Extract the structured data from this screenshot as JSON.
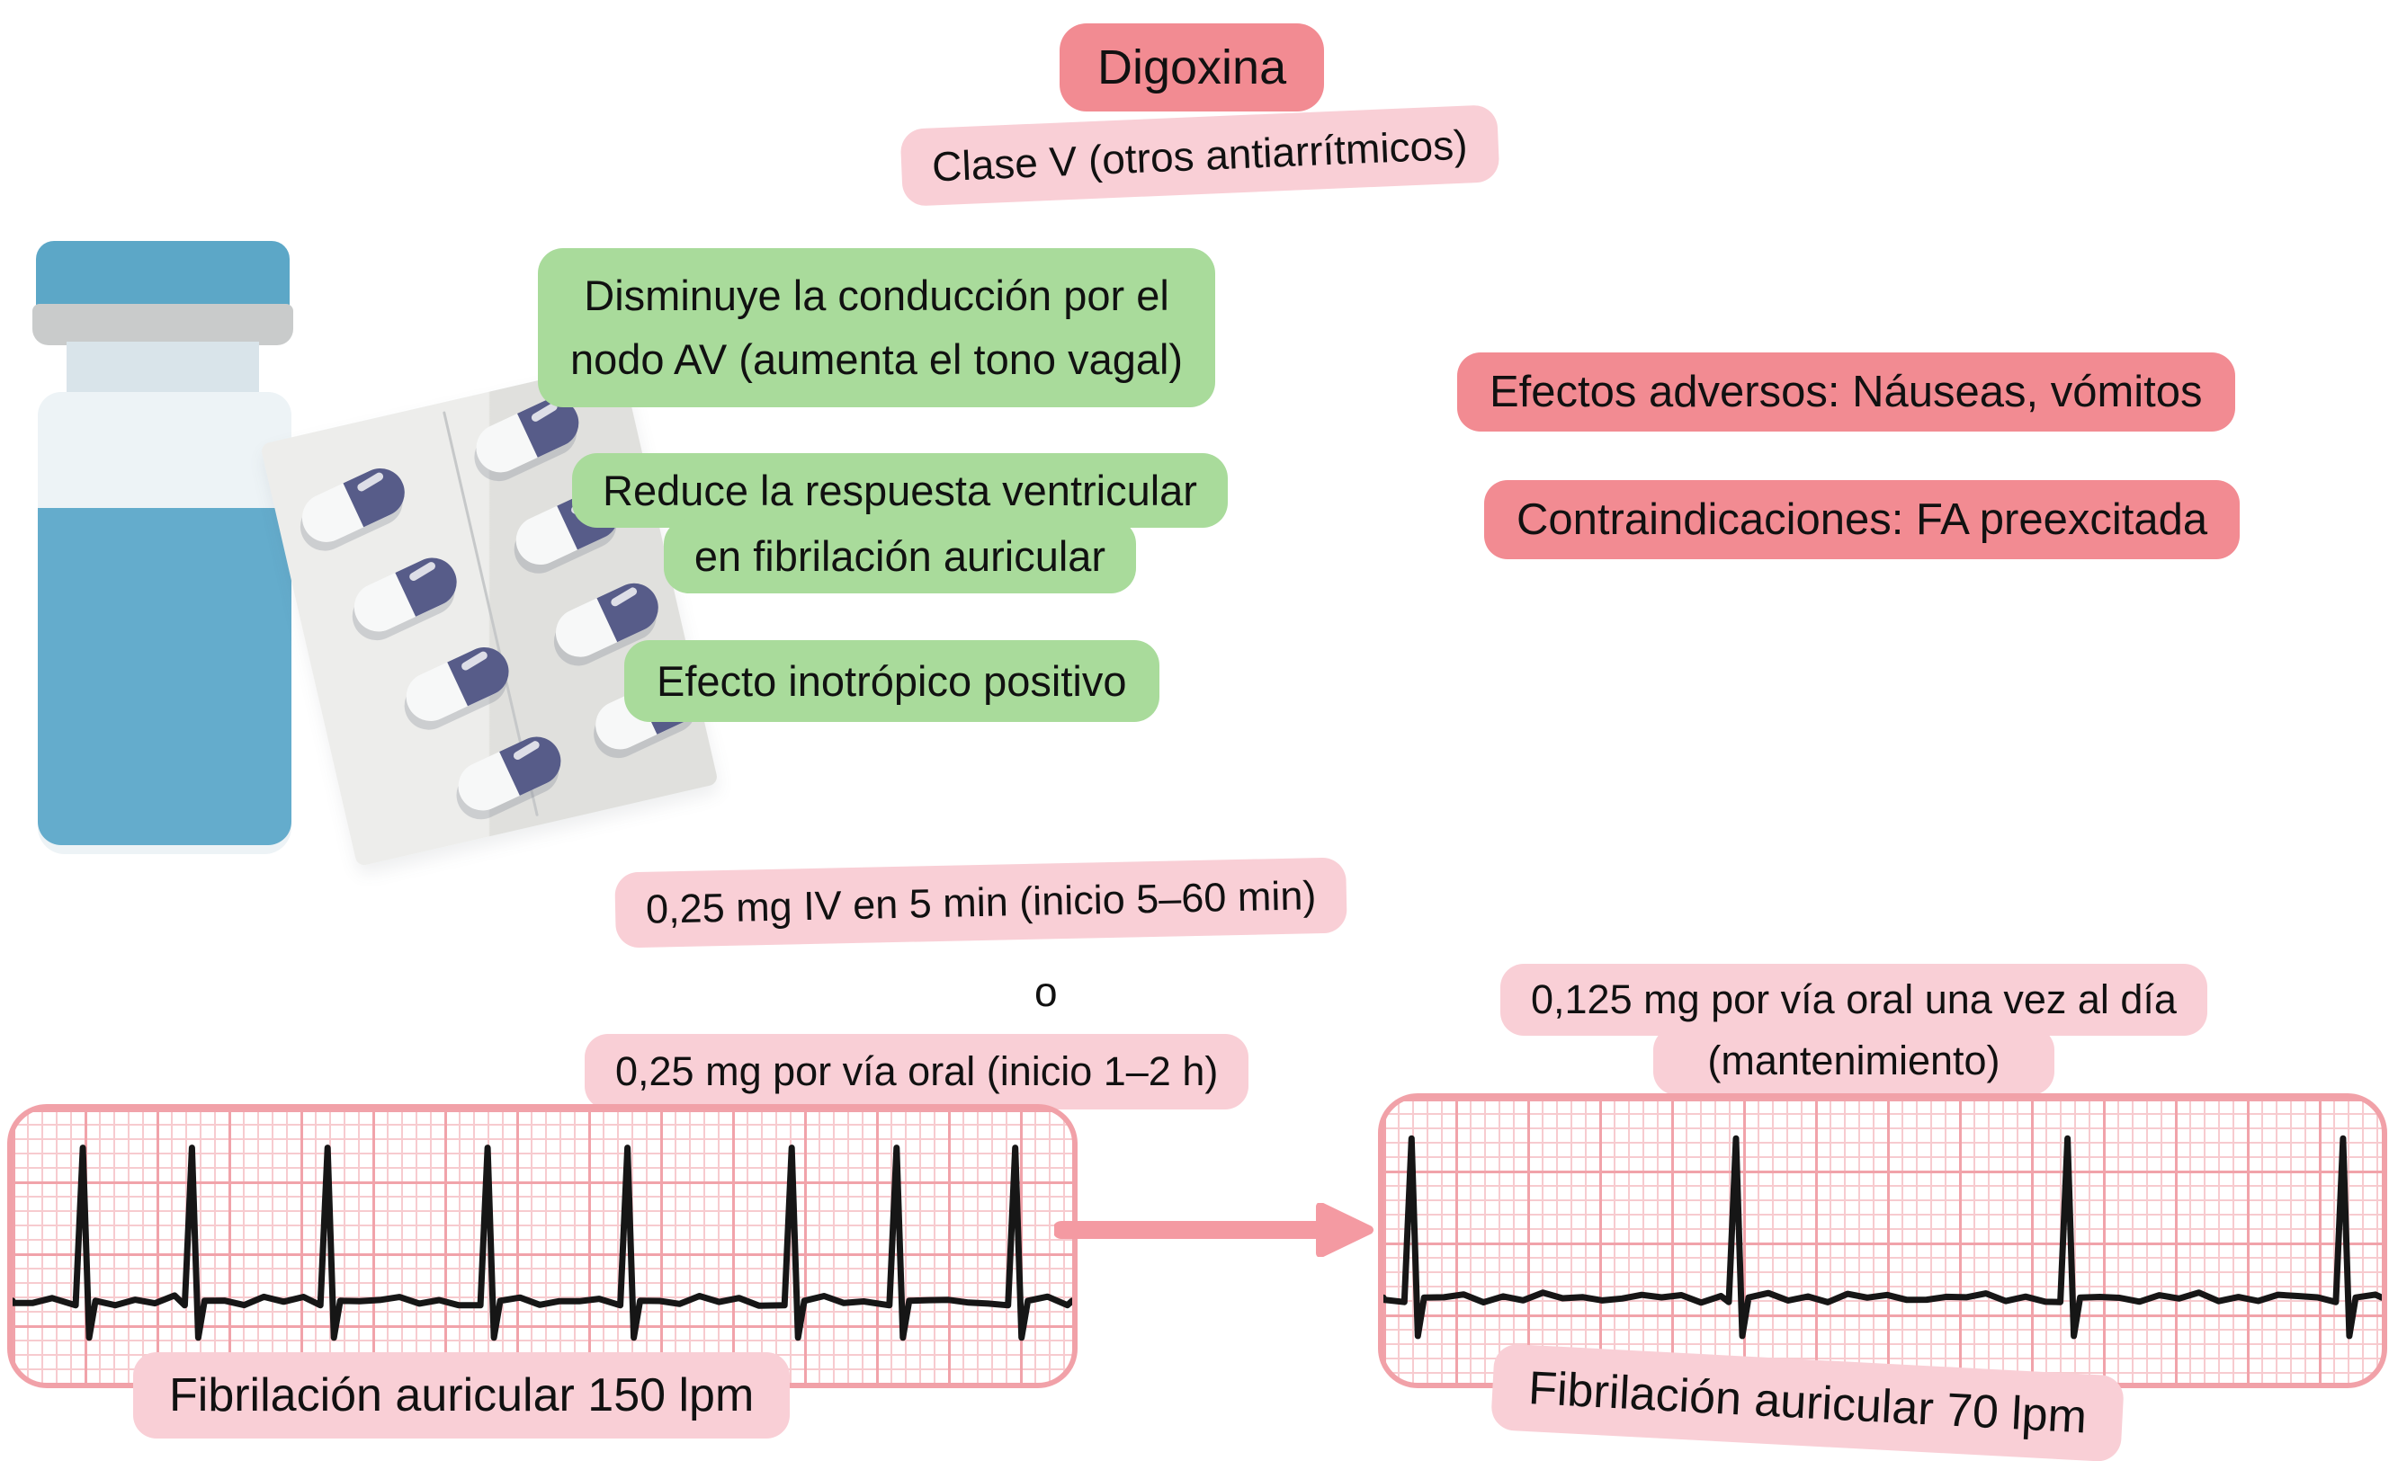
{
  "header": {
    "title": "Digoxina",
    "drug_class": "Clase V (otros antiarrítmicos)"
  },
  "mechanism": [
    {
      "lines": [
        "Disminuye la conducción por el",
        "nodo AV (aumenta el tono vagal)"
      ]
    },
    {
      "lines": [
        "Reduce la respuesta ventricular",
        "en fibrilación auricular"
      ]
    },
    {
      "lines": [
        "Efecto inotrópico positivo"
      ]
    }
  ],
  "warnings": {
    "adverse_effects": "Efectos adversos: Náuseas, vómitos",
    "contraindications": "Contraindicaciones: FA preexcitada"
  },
  "dosing": {
    "iv": "0,25 mg IV en 5 min (inicio 5–60 min)",
    "or_connector": "o",
    "oral": "0,25 mg por vía oral (inicio 1–2 h)",
    "maintenance_line1": "0,125 mg por vía oral una vez al día",
    "maintenance_line2": "(mantenimiento)"
  },
  "ecg": {
    "before": {
      "label": "Fibrilación auricular 150 lpm",
      "rate_lpm": 150,
      "rhythm": "fibrilación auricular",
      "beat_positions": [
        0.068,
        0.171,
        0.299,
        0.45,
        0.582,
        0.737,
        0.836,
        0.948
      ]
    },
    "after": {
      "label": "Fibrilación auricular 70 lpm",
      "rate_lpm": 70,
      "rhythm": "fibrilación auricular",
      "beat_positions": [
        0.03,
        0.355,
        0.687,
        0.963
      ]
    }
  },
  "icons": {
    "vial": "medication-vial-icon",
    "blister": "pill-blister-pack-icon",
    "arrow": "treatment-effect-arrow-icon"
  },
  "colors": {
    "badge_red": "#F28B92",
    "badge_pink": "#F9CFD6",
    "badge_green": "#A9DB9B",
    "ecg_grid_major": "#F1A3AA",
    "ecg_grid_minor": "#F7CBCF",
    "ecg_border": "#F1A1A8",
    "ecg_trace": "#161616",
    "arrow_pink": "#F49AA2",
    "vial_blue": "#64ACCC",
    "capsule_navy": "#575C89"
  }
}
